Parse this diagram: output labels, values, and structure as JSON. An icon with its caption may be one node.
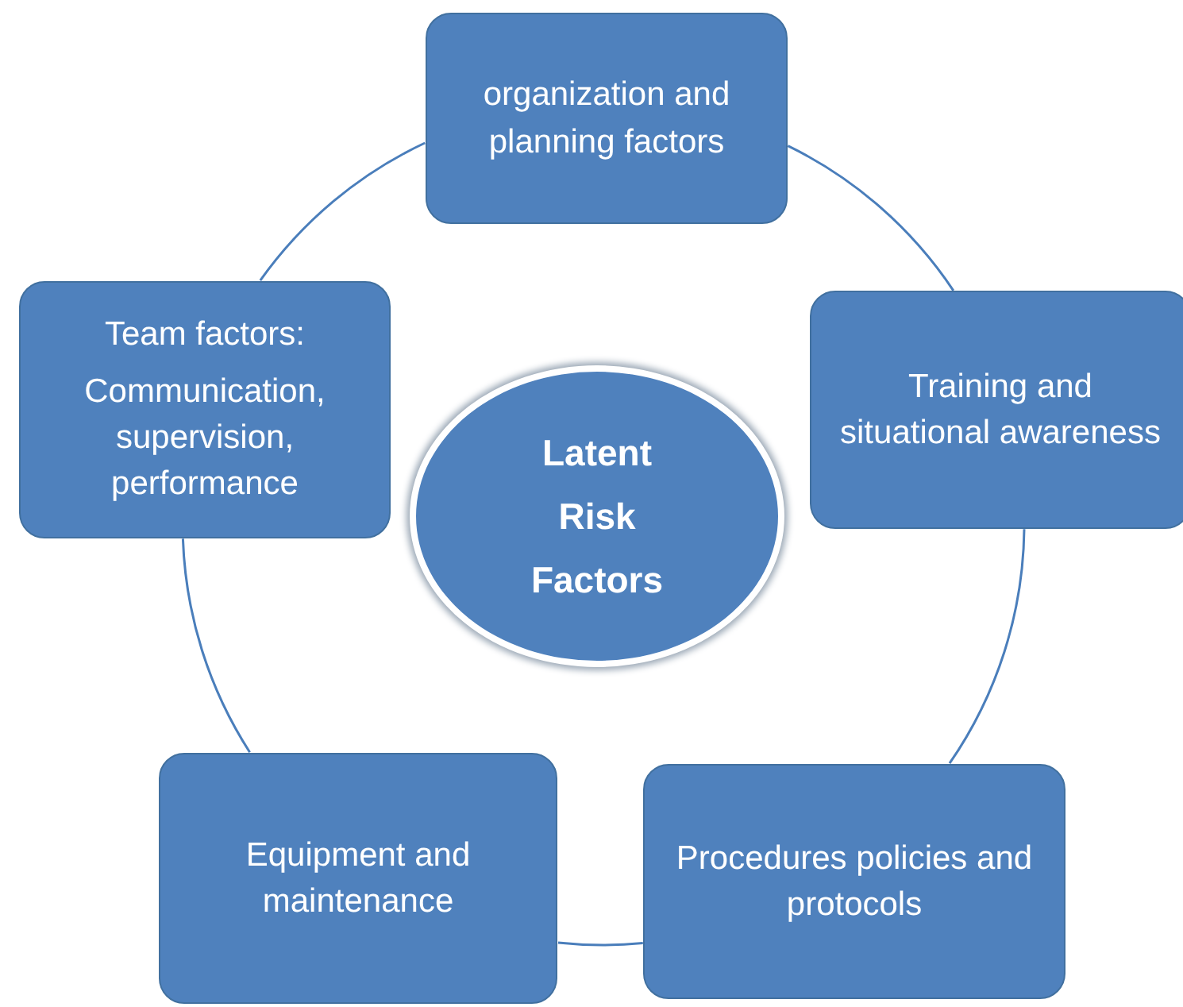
{
  "diagram": {
    "nodes": [
      {
        "text": [
          "organization and planning factors"
        ]
      },
      {
        "text": [
          "Training and situational awareness"
        ]
      },
      {
        "text": [
          "Procedures policies and protocols"
        ]
      },
      {
        "text": [
          "Equipment and maintenance"
        ]
      },
      {
        "text": [
          "Team factors:",
          "Communication, supervision, performance"
        ]
      },
      {
        "text": [
          "Latent Risk Factors"
        ]
      }
    ],
    "edges": [
      {
        "from": 0,
        "to": 1,
        "arrow": "none"
      },
      {
        "from": 1,
        "to": 2,
        "arrow": "none"
      },
      {
        "from": 2,
        "to": 3,
        "arrow": "none"
      },
      {
        "from": 3,
        "to": 4,
        "arrow": "none"
      },
      {
        "from": 4,
        "to": 0,
        "arrow": "none"
      }
    ]
  }
}
